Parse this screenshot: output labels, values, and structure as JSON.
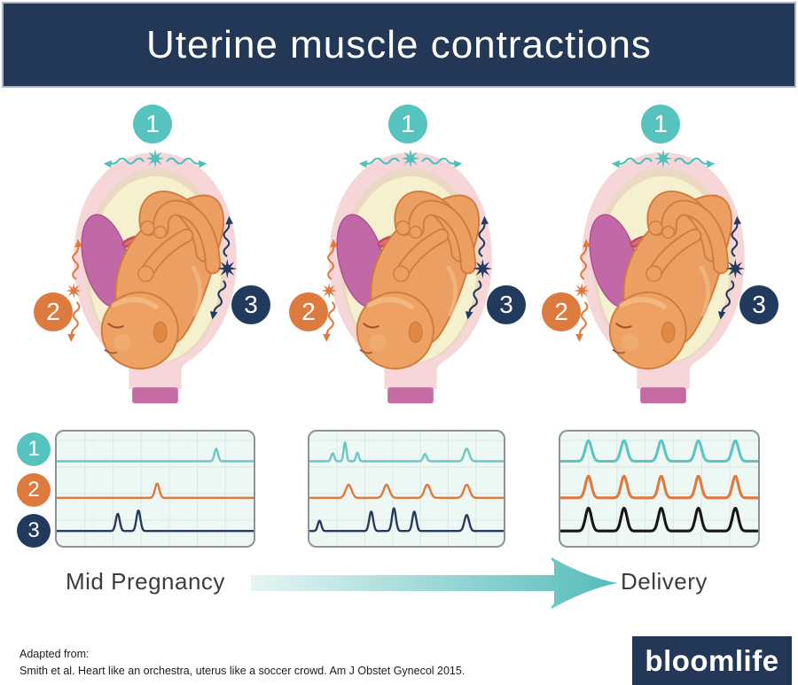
{
  "header": {
    "title": "Uterine muscle contractions",
    "bg": "#233857",
    "border_color": "#aeb5c5",
    "text_color": "#ffffff"
  },
  "markers": [
    {
      "label": "1",
      "color": "#57c3bf",
      "icon": "em-wave-icon-fundus"
    },
    {
      "label": "2",
      "color": "#dd7a3e",
      "icon": "em-wave-icon-left-wall"
    },
    {
      "label": "3",
      "color": "#223a5e",
      "icon": "em-wave-icon-right-wall"
    }
  ],
  "figures": [
    {
      "stage": "mid-pregnancy"
    },
    {
      "stage": "late-pregnancy"
    },
    {
      "stage": "delivery"
    }
  ],
  "illustration_colors": {
    "uterus_wall": "#f6d6d9",
    "inner_lining": "#ead8c2",
    "amniotic_fluid": "#f5f0cd",
    "placenta": "#c368a6",
    "umbilical_cord": "#c24e63",
    "fetus_skin": "#ec9f62",
    "fetus_outline": "#d07c3c",
    "cervix_band": "#c66ba3"
  },
  "chart_data": [
    {
      "type": "line",
      "name": "mid_pregnancy_traces",
      "panel_bg": "#edf7f4",
      "grid": true,
      "grid_color": "#d9e9e5",
      "x_range": [
        0,
        1
      ],
      "y_range": [
        0,
        1
      ],
      "line_width": 2.4,
      "series": [
        {
          "marker": "1",
          "color": "#6cc8c3",
          "baseline": 0.26,
          "peaks": [
            {
              "x": 0.81,
              "h": 0.11,
              "w": 0.009
            }
          ]
        },
        {
          "marker": "2",
          "color": "#df7a3e",
          "baseline": 0.58,
          "peaks": [
            {
              "x": 0.51,
              "h": 0.125,
              "w": 0.011
            }
          ]
        },
        {
          "marker": "3",
          "color": "#27395c",
          "baseline": 0.87,
          "peaks": [
            {
              "x": 0.31,
              "h": 0.15,
              "w": 0.01
            },
            {
              "x": 0.415,
              "h": 0.18,
              "w": 0.01
            }
          ]
        }
      ]
    },
    {
      "type": "line",
      "name": "late_pregnancy_traces",
      "panel_bg": "#edf7f4",
      "grid": true,
      "grid_color": "#d9e9e5",
      "x_range": [
        0,
        1
      ],
      "y_range": [
        0,
        1
      ],
      "line_width": 2.4,
      "series": [
        {
          "marker": "1",
          "color": "#6cc8c3",
          "baseline": 0.26,
          "peaks": [
            {
              "x": 0.12,
              "h": 0.07,
              "w": 0.008
            },
            {
              "x": 0.183,
              "h": 0.165,
              "w": 0.007
            },
            {
              "x": 0.247,
              "h": 0.075,
              "w": 0.007
            },
            {
              "x": 0.595,
              "h": 0.065,
              "w": 0.009
            },
            {
              "x": 0.81,
              "h": 0.11,
              "w": 0.013
            }
          ]
        },
        {
          "marker": "2",
          "color": "#df7a3e",
          "baseline": 0.58,
          "peaks": [
            {
              "x": 0.202,
              "h": 0.115,
              "w": 0.015
            },
            {
              "x": 0.397,
              "h": 0.115,
              "w": 0.015
            },
            {
              "x": 0.607,
              "h": 0.115,
              "w": 0.015
            },
            {
              "x": 0.81,
              "h": 0.115,
              "w": 0.015
            }
          ]
        },
        {
          "marker": "3",
          "color": "#27395c",
          "baseline": 0.87,
          "peaks": [
            {
              "x": 0.052,
              "h": 0.09,
              "w": 0.009
            },
            {
              "x": 0.318,
              "h": 0.17,
              "w": 0.01
            },
            {
              "x": 0.435,
              "h": 0.2,
              "w": 0.01
            },
            {
              "x": 0.54,
              "h": 0.17,
              "w": 0.01
            },
            {
              "x": 0.81,
              "h": 0.14,
              "w": 0.012
            }
          ]
        }
      ]
    },
    {
      "type": "line",
      "name": "delivery_traces",
      "panel_bg": "#edf7f4",
      "grid": true,
      "grid_color": "#d9e9e5",
      "x_range": [
        0,
        1
      ],
      "y_range": [
        0,
        1
      ],
      "line_width": 3.1,
      "series": [
        {
          "marker": "1",
          "color": "#5fc4c0",
          "baseline": 0.26,
          "peaks": [
            {
              "x": 0.142,
              "h": 0.18,
              "w": 0.016
            },
            {
              "x": 0.322,
              "h": 0.18,
              "w": 0.016
            },
            {
              "x": 0.51,
              "h": 0.18,
              "w": 0.016
            },
            {
              "x": 0.698,
              "h": 0.18,
              "w": 0.016
            },
            {
              "x": 0.885,
              "h": 0.18,
              "w": 0.016
            }
          ]
        },
        {
          "marker": "2",
          "color": "#df7a3e",
          "baseline": 0.58,
          "peaks": [
            {
              "x": 0.142,
              "h": 0.19,
              "w": 0.015
            },
            {
              "x": 0.322,
              "h": 0.19,
              "w": 0.015
            },
            {
              "x": 0.51,
              "h": 0.19,
              "w": 0.015
            },
            {
              "x": 0.698,
              "h": 0.19,
              "w": 0.015
            },
            {
              "x": 0.885,
              "h": 0.19,
              "w": 0.015
            }
          ]
        },
        {
          "marker": "3",
          "color": "#161616",
          "baseline": 0.87,
          "peaks": [
            {
              "x": 0.142,
              "h": 0.2,
              "w": 0.015
            },
            {
              "x": 0.322,
              "h": 0.2,
              "w": 0.015
            },
            {
              "x": 0.51,
              "h": 0.2,
              "w": 0.015
            },
            {
              "x": 0.698,
              "h": 0.2,
              "w": 0.015
            },
            {
              "x": 0.885,
              "h": 0.2,
              "w": 0.015
            }
          ]
        }
      ]
    }
  ],
  "timeline": {
    "start_label": "Mid Pregnancy",
    "end_label": "Delivery",
    "arrow_gradient": [
      "#e7f5f3",
      "#54bcba"
    ]
  },
  "footer": {
    "attribution_line1": "Adapted from:",
    "attribution_line2": "Smith et al. Heart like an orchestra, uterus like a soccer crowd. Am J Obstet Gynecol 2015.",
    "logo_text": "bloomlife",
    "logo_bg": "#233857"
  }
}
